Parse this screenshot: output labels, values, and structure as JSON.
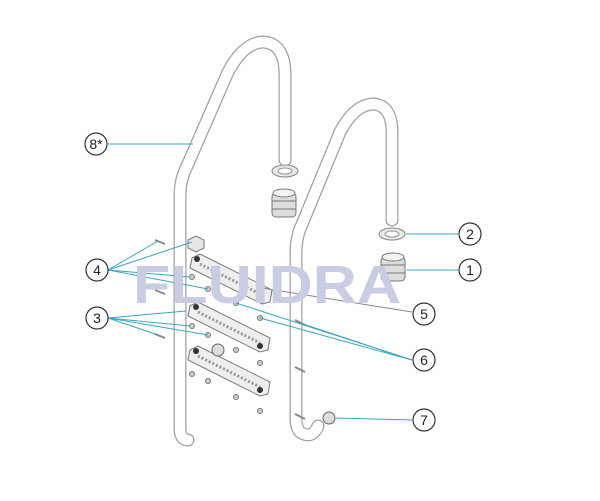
{
  "diagram": {
    "watermark": "FLUIDRA",
    "callouts": [
      {
        "id": "8",
        "label": "8*"
      },
      {
        "id": "4",
        "label": "4"
      },
      {
        "id": "3",
        "label": "3"
      },
      {
        "id": "2",
        "label": "2"
      },
      {
        "id": "1",
        "label": "1"
      },
      {
        "id": "5",
        "label": "5"
      },
      {
        "id": "6",
        "label": "6"
      },
      {
        "id": "7",
        "label": "7"
      }
    ],
    "colors": {
      "leader": "#3aa7c0",
      "outline": "#9a9a9a",
      "watermark": "#c9cde3"
    }
  }
}
